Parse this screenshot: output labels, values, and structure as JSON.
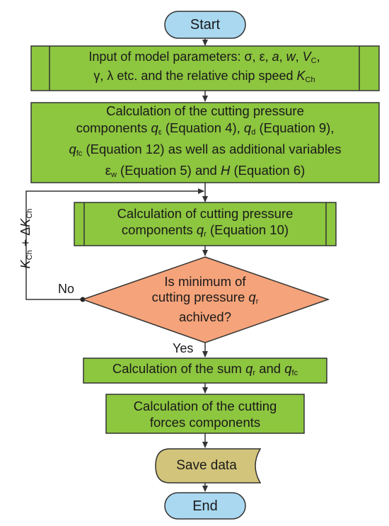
{
  "nodes": {
    "start": "Start",
    "input_prefix": "Input of model parameters: σ, ε, ",
    "input_a": "a",
    "input_sep1": ", ",
    "input_w": "w",
    "input_sep2": ", ",
    "input_V": "V",
    "input_Vsub": "C",
    "input_line2": ",",
    "input_line3_a": "γ, λ etc. and the relative chip speed ",
    "input_K": "K",
    "input_Ksub": "Ch",
    "calc1_line1": "Calculation of the cutting pressure",
    "calc1_line2_a": "components ",
    "calc1_q": "q",
    "calc1_qsub": "ε",
    "calc1_line2_b": " (Equation 4), ",
    "calc1_qd": "q",
    "calc1_qdsub": "d",
    "calc1_line2_c": " (Equation 9),",
    "calc1_qfc": "q",
    "calc1_qfcsub": "fc",
    "calc1_line3_b": " (Equation 12) as well as additional variables",
    "calc1_eps": "ε",
    "calc1_epssub": "w",
    "calc1_line4_b": " (Equation 5) and ",
    "calc1_H": "H",
    "calc1_line4_c": " (Equation 6)",
    "calc2_line1": "Calculation of cutting pressure",
    "calc2_line2_a": "components ",
    "calc2_q": "q",
    "calc2_qsub": "r",
    "calc2_line2_b": " (Equation 10)",
    "decision_line1": "Is minimum of",
    "decision_line2_a": "cutting pressure ",
    "decision_q": "q",
    "decision_qsub": "r",
    "decision_line3": "achived?",
    "sum_a": "Calculation of the sum ",
    "sum_q1": "q",
    "sum_q1sub": "r",
    "sum_and": " and ",
    "sum_q2": "q",
    "sum_q2sub": "fc",
    "forces_line1": "Calculation of the cutting",
    "forces_line2": "forces components",
    "save": "Save data",
    "end": "End"
  },
  "labels": {
    "no": "No",
    "yes": "Yes",
    "loop_K": "K",
    "loop_Ksub": "Ch",
    "loop_plus": " + Δ",
    "loop_K2": "K",
    "loop_K2sub": "Ch"
  },
  "colors": {
    "terminal_fill": "#a9d8f0",
    "process_fill": "#8dc63f",
    "decision_fill": "#f5a37a",
    "data_fill": "#d2c47a",
    "stroke": "#333333"
  }
}
